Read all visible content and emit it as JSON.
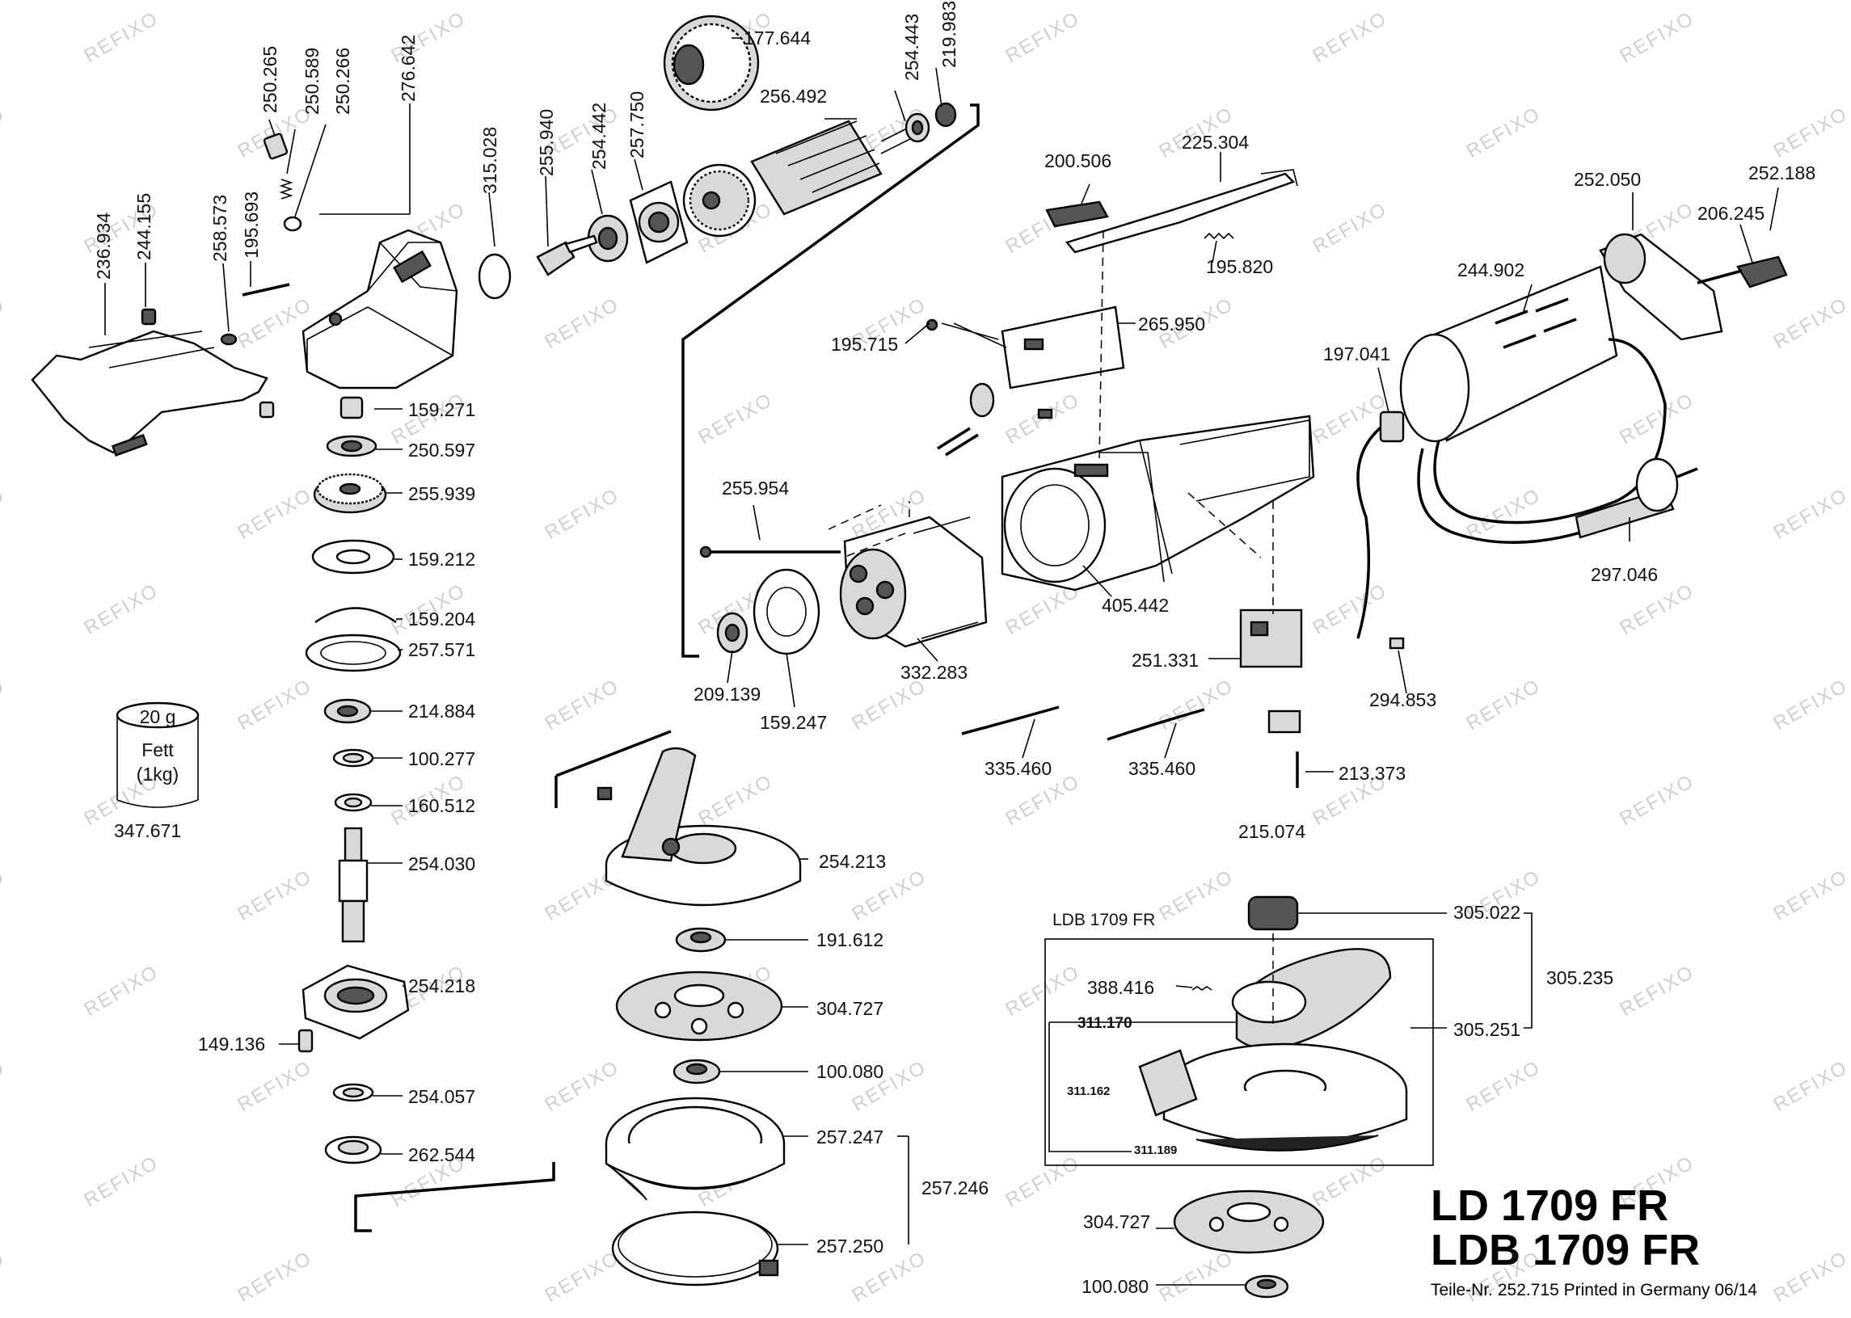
{
  "watermark": "REFIXO",
  "title": {
    "model_ld": "LD 1709 FR",
    "model_ldb": "LDB 1709 FR",
    "footer": "Teile-Nr. 252.715 Printed in Germany 06/14"
  },
  "ldb_box_label": "LDB 1709 FR",
  "grease": {
    "amount": "20 g",
    "name": "Fett",
    "bulk": "(1kg)",
    "part": "347.671"
  },
  "parts": {
    "p177644": "177.644",
    "p256492": "256.492",
    "p254443": "254.443",
    "p219983": "219.983",
    "p250265": "250.265",
    "p250589": "250.589",
    "p250266": "250.266",
    "p276642": "276.642",
    "p315028": "315.028",
    "p255940": "255.940",
    "p254442": "254.442",
    "p257750": "257.750",
    "p236934": "236.934",
    "p244155": "244.155",
    "p258573": "258.573",
    "p195693": "195.693",
    "p200506": "200.506",
    "p225304": "225.304",
    "p195820": "195.820",
    "p265950": "265.950",
    "p195715": "195.715",
    "p252050": "252.050",
    "p252188": "252.188",
    "p206245": "206.245",
    "p244902": "244.902",
    "p197041": "197.041",
    "p297046": "297.046",
    "p159271": "159.271",
    "p250597": "250.597",
    "p255939": "255.939",
    "p159212": "159.212",
    "p159204": "159.204",
    "p257571": "257.571",
    "p214884": "214.884",
    "p100277": "100.277",
    "p160512": "160.512",
    "p254030": "254.030",
    "p254218": "254.218",
    "p149136": "149.136",
    "p254057": "254.057",
    "p262544": "262.544",
    "p255954": "255.954",
    "p405442": "405.442",
    "p332283": "332.283",
    "p209139": "209.139",
    "p159247": "159.247",
    "p251331": "251.331",
    "p294853": "294.853",
    "p335460a": "335.460",
    "p335460b": "335.460",
    "p213373": "213.373",
    "p215074": "215.074",
    "p254213": "254.213",
    "p191612": "191.612",
    "p304727a": "304.727",
    "p100080a": "100.080",
    "p257247": "257.247",
    "p257246": "257.246",
    "p257250": "257.250",
    "p305022": "305.022",
    "p305235": "305.235",
    "p305251": "305.251",
    "p388416": "388.416",
    "p311170": "311.170",
    "p311162": "311.162",
    "p311189": "311.189",
    "p304727b": "304.727",
    "p100080b": "100.080"
  }
}
